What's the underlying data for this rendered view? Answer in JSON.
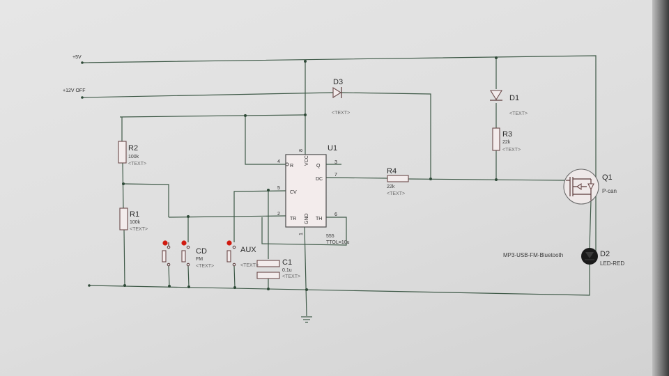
{
  "nets": {
    "vcc5": "+5V",
    "v12": "+12V OFF"
  },
  "u1": {
    "ref": "U1",
    "part": "555",
    "note": "TTOL=10u",
    "pins": {
      "reset": "R",
      "vcc": "VCC",
      "q": "Q",
      "dc": "DC",
      "cv": "CV",
      "tr": "TR",
      "gnd": "GND",
      "th": "TH",
      "n8": "8",
      "n4": "4",
      "n3": "3",
      "n7": "7",
      "n5": "5",
      "n2": "2",
      "n6": "6",
      "n1": "1"
    }
  },
  "d3": {
    "ref": "D3",
    "tag": "<TEXT>"
  },
  "d1": {
    "ref": "D1",
    "tag": "<TEXT>"
  },
  "r3": {
    "ref": "R3",
    "value": "22k",
    "tag": "<TEXT>"
  },
  "r2": {
    "ref": "R2",
    "value": "100k",
    "tag": "<TEXT>"
  },
  "r1": {
    "ref": "R1",
    "value": "100k",
    "tag": "<TEXT>"
  },
  "r4": {
    "ref": "R4",
    "value": "22k",
    "tag": "<TEXT>"
  },
  "q1": {
    "ref": "Q1",
    "value": "P-can"
  },
  "d2": {
    "ref": "D2",
    "value": "LED-RED",
    "desc": "MP3-USB-FM-Bluetooth"
  },
  "c1": {
    "ref": "C1",
    "value": "0.1u",
    "tag": "<TEXT>"
  },
  "sw_cd": {
    "ref": "CD",
    "value": "FM",
    "tag": "<TEXT>"
  },
  "sw_aux": {
    "ref": "AUX",
    "tag": "<TEXT>"
  },
  "colors": {
    "wire": "#3f5a48",
    "led": "#d01a10"
  }
}
